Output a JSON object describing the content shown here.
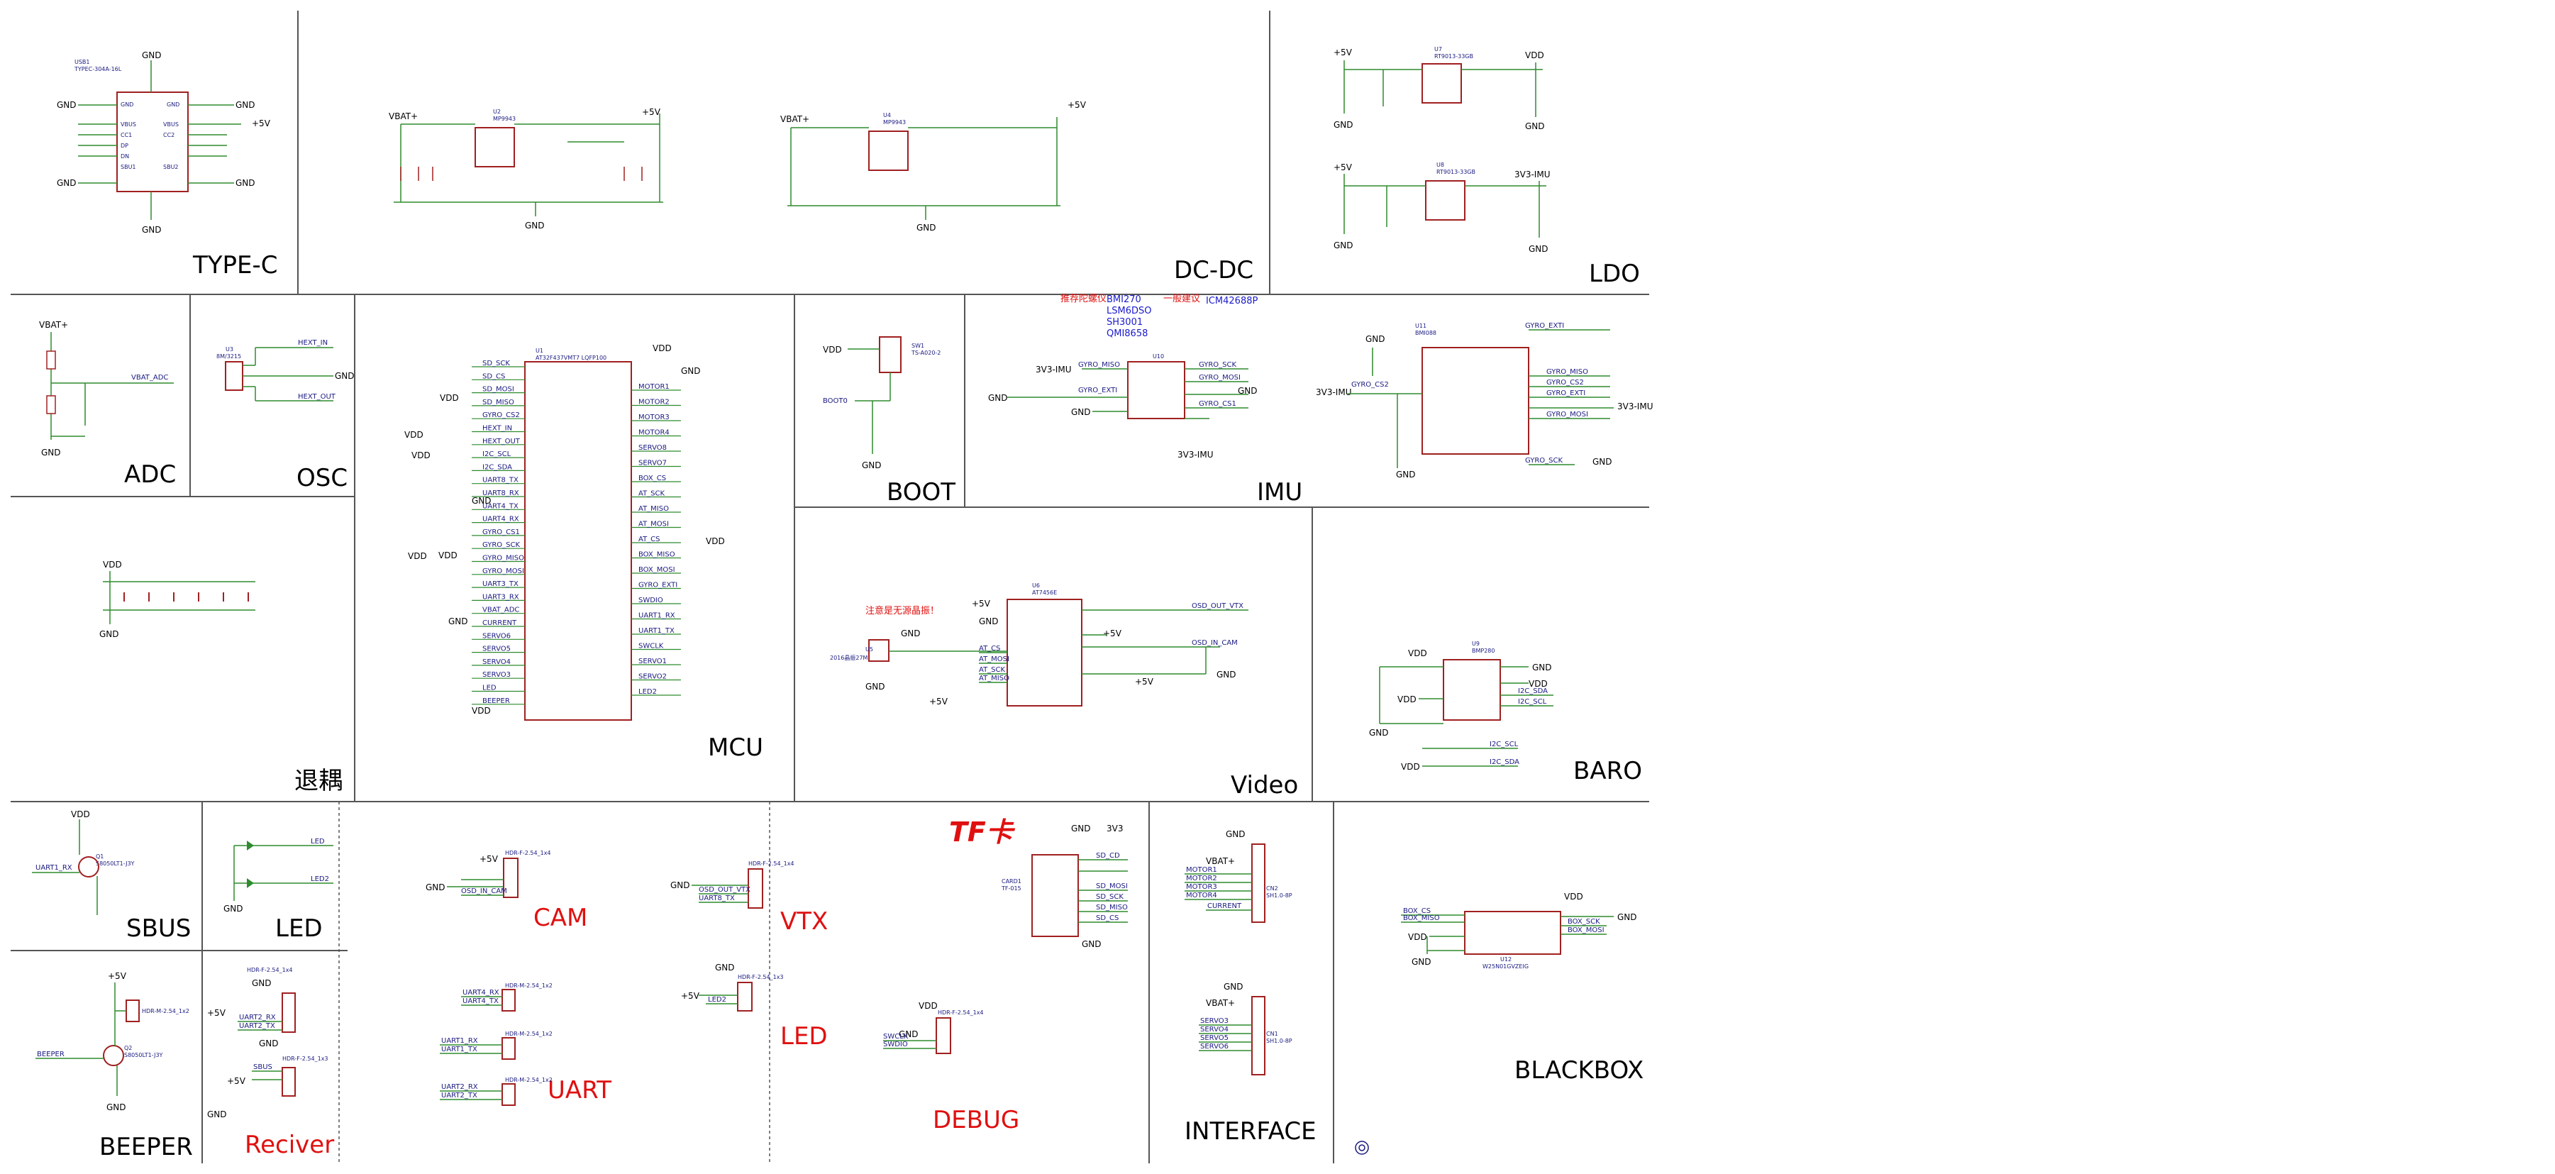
{
  "colors": {
    "grid": "#555555",
    "wire": "#2e8b2e",
    "pin": "#a02020",
    "chip": "#a02020",
    "label": "#1a1a80",
    "red": "#e01010",
    "blue": "#1a1acc",
    "text": "#000000"
  },
  "sections": {
    "typec": "TYPE-C",
    "dcdc": "DC-DC",
    "ldo": "LDO",
    "adc": "ADC",
    "osc": "OSC",
    "mcu": "MCU",
    "boot": "BOOT",
    "imu": "IMU",
    "video": "Video",
    "baro": "BARO",
    "decouple": "退耦",
    "sbus": "SBUS",
    "led": "LED",
    "cam": "CAM",
    "vtx": "VTX",
    "led2": "LED",
    "uart": "UART",
    "tf": "TF卡",
    "debug": "DEBUG",
    "interface": "INTERFACE",
    "blackbox": "BLACKBOX",
    "beeper": "BEEPER",
    "reciver": "Reciver"
  },
  "notes": {
    "imu_recommend": "推荐陀螺仪",
    "imu_list": [
      "BMI270",
      "LSM6DSO",
      "SH3001",
      "QMI8658"
    ],
    "imu_general": "一般建议",
    "imu_alt": "ICM42688P",
    "video_warn": "注意是无源晶振！"
  },
  "power": {
    "gnd": "GND",
    "vbat": "VBAT+",
    "p5v": "+5V",
    "vdd": "VDD",
    "v33imu": "3V3-IMU",
    "v3v3": "3V3",
    "vdd_c": "VDD"
  },
  "parts": {
    "usb": [
      "USB1",
      "TYPEC-304A-16L"
    ],
    "dcdc_u2": [
      "U2",
      "MP9943"
    ],
    "dcdc_u4": [
      "U4",
      "MP9943"
    ],
    "ldo_u7": [
      "U7",
      "RT9013-33GB"
    ],
    "ldo_u8": [
      "U8",
      "RT9013-33GB"
    ],
    "mcu_u1": [
      "U1",
      "AT32F437VMT7 LQFP100"
    ],
    "boot_sw": [
      "SW1",
      "TS-A020-2"
    ],
    "imu_u10": [
      "U10"
    ],
    "imu_u11": [
      "U11",
      "BMI088"
    ],
    "video_u6": [
      "U6",
      "AT7456E"
    ],
    "video_y": [
      "U5",
      "2016晶振27M"
    ],
    "baro_u9": [
      "U9",
      "BMP280"
    ],
    "osc_u3": [
      "U3",
      "8M/3215"
    ],
    "tf_card": [
      "CARD1",
      "TF-015"
    ],
    "flash_u12": [
      "U12",
      "W25N01GVZEIG"
    ],
    "cn2": [
      "CN2",
      "SH1.0-8P"
    ],
    "cn1": [
      "CN1",
      "SH1.0-8P"
    ],
    "q1": [
      "Q1",
      "S8050LT1-J3Y"
    ],
    "q2": [
      "Q2",
      "S8050LT1-J3Y"
    ]
  },
  "net_labels": {
    "typec": [
      "VBUS",
      "CC1",
      "CC2",
      "DP",
      "DN",
      "SBU1",
      "SBU2",
      "VBUS",
      "GND",
      "GND"
    ],
    "adc": [
      "VBAT_ADC"
    ],
    "osc": [
      "HEXT_IN",
      "HEXT_OUT"
    ],
    "mcu_left": [
      "SD_SCK",
      "SD_CS",
      "SD_MOSI",
      "SD_MISO",
      "GYRO_CS2",
      "HEXT_IN",
      "HEXT_OUT",
      "I2C_SCL",
      "I2C_SDA",
      "UART8_TX",
      "UART8_RX",
      "UART4_TX",
      "UART4_RX",
      "GYRO_CS1",
      "GYRO_SCK",
      "GYRO_MISO",
      "GYRO_MOSI",
      "UART3_TX",
      "UART3_RX",
      "VBAT_ADC",
      "CURRENT",
      "SERVO6",
      "SERVO5",
      "SERVO4",
      "SERVO3",
      "LED",
      "BEEPER"
    ],
    "mcu_right": [
      "MOTOR1",
      "MOTOR2",
      "MOTOR3",
      "MOTOR4",
      "SERVO8",
      "SERVO7",
      "BOX_CS",
      "AT_SCK",
      "AT_MISO",
      "AT_MOSI",
      "AT_CS",
      "BOX_MISO",
      "BOX_MOSI",
      "GYRO_EXTI",
      "SWDIO",
      "UART1_RX",
      "UART1_TX",
      "SWCLK",
      "SERVO1",
      "SERVO2",
      "LED2"
    ],
    "imu": [
      "GYRO_MISO",
      "GYRO_EXTI",
      "GYRO_SCK",
      "GYRO_MOSI",
      "GYRO_CS1",
      "GYRO_CS2"
    ],
    "video": [
      "OSD_OUT_VTX",
      "OSD_IN_CAM",
      "AT_CS",
      "AT_MOSI",
      "AT_SCK",
      "AT_MISO"
    ],
    "baro": [
      "I2C_SDA",
      "I2C_SCL"
    ],
    "sbus": [
      "UART1_RX"
    ],
    "led": [
      "LED",
      "LED2"
    ],
    "cam": [
      "OSD_IN_CAM"
    ],
    "vtx": [
      "OSD_OUT_VTX",
      "UART8_TX"
    ],
    "uart": [
      "UART4_RX",
      "UART4_TX",
      "UART1_RX",
      "UART1_TX",
      "UART2_RX",
      "UART2_TX"
    ],
    "tf": [
      "SD_CD",
      "SD_MOSI",
      "SD_SCK",
      "SD_MISO",
      "SD_CS"
    ],
    "debug": [
      "SWCLK",
      "SWDIO"
    ],
    "interface": [
      "MOTOR1",
      "MOTOR2",
      "MOTOR3",
      "MOTOR4",
      "CURRENT",
      "SERVO3",
      "SERVO4",
      "SERVO5",
      "SERVO6"
    ],
    "blackbox": [
      "BOX_CS",
      "BOX_MISO",
      "BOX_SCK",
      "BOX_MOSI"
    ],
    "beeper": [
      "BEEPER"
    ],
    "reciver": [
      "UART2_RX",
      "UART2_TX",
      "SBUS"
    ]
  },
  "headers": {
    "cam": [
      "HDR-F-2.54_1x4"
    ],
    "vtx": [
      "HDR-F-2.54_1x4"
    ],
    "led": [
      "HDR-F-2.54_1x3"
    ],
    "uart": [
      "HDR-M-2.54_1x2",
      "HDR-M-2.54_1x2",
      "HDR-M-2.54_1x2"
    ],
    "debug": [
      "HDR-F-2.54_1x4"
    ],
    "beeper": [
      "HDR-M-2.54_1x2"
    ],
    "reciver": [
      "HDR-F-2.54_1x4",
      "HDR-F-2.54_1x3"
    ]
  }
}
